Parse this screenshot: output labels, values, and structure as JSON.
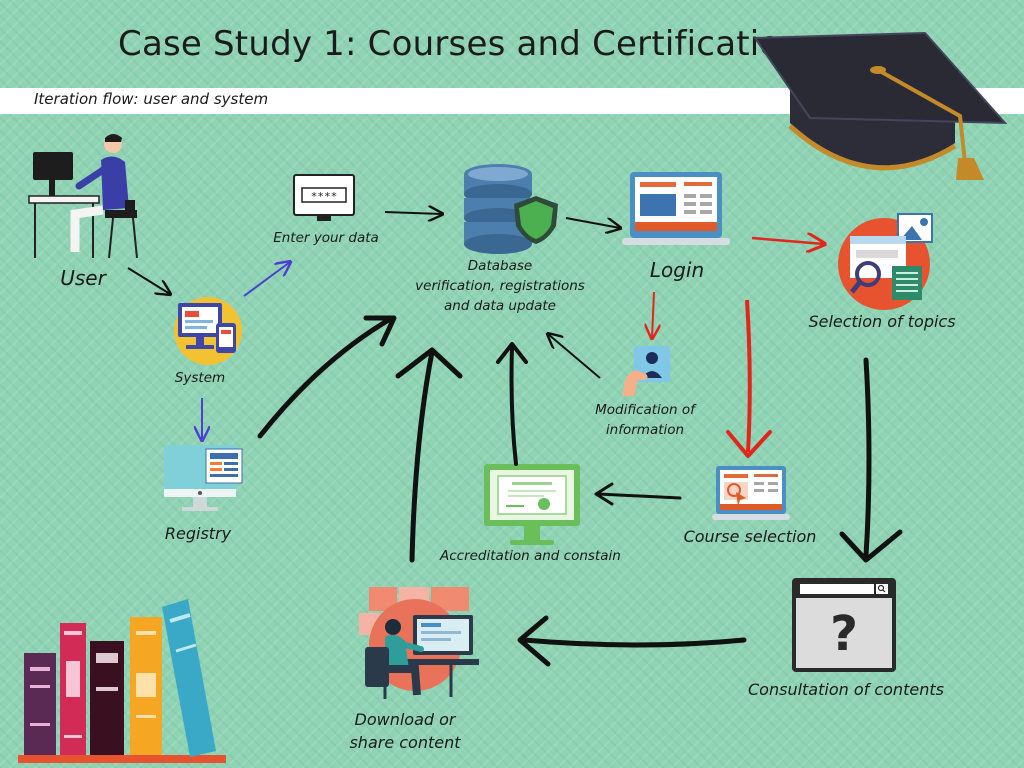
{
  "title": "Case Study 1: Courses and Certifications",
  "subtitle": "Iteration flow: user and system",
  "nodes": {
    "user": "User",
    "system": "System",
    "registry": "Registry",
    "enter_data": "Enter your data",
    "password_text": "****",
    "database_line1": "Database",
    "database_line2": "verification, registrations",
    "database_line3": "and data update",
    "login": "Login",
    "selection_topics": "Selection of topics",
    "modification_line1": "Modification of",
    "modification_line2": "information",
    "course_selection": "Course selection",
    "accreditation": "Accreditation and constain",
    "consultation": "Consultation of contents",
    "download_line1": "Download or",
    "download_line2": "share content"
  },
  "colors": {
    "background": "#8fd3b4",
    "arrow_black": "#111111",
    "arrow_red": "#e2261c",
    "arrow_blue": "#4b3fd6"
  }
}
